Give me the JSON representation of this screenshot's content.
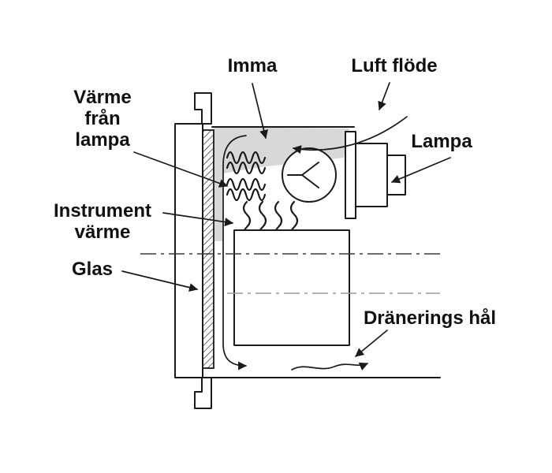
{
  "diagram": {
    "labels": {
      "imma": "Imma",
      "luft_flode": "Luft flöde",
      "varme_line1": "Värme",
      "varme_line2": "från",
      "varme_line3": "lampa",
      "lampa": "Lampa",
      "instrument_line1": "Instrument",
      "instrument_line2": "värme",
      "glas": "Glas",
      "dranerings_hal": "Dränerings hål"
    },
    "colors": {
      "line_color": "#1a1a1a",
      "condensation_fill": "#d8d8d8",
      "centerline_dark": "#3c3c3c",
      "centerline_gray": "#9b9b9b",
      "background": "#ffffff"
    }
  }
}
